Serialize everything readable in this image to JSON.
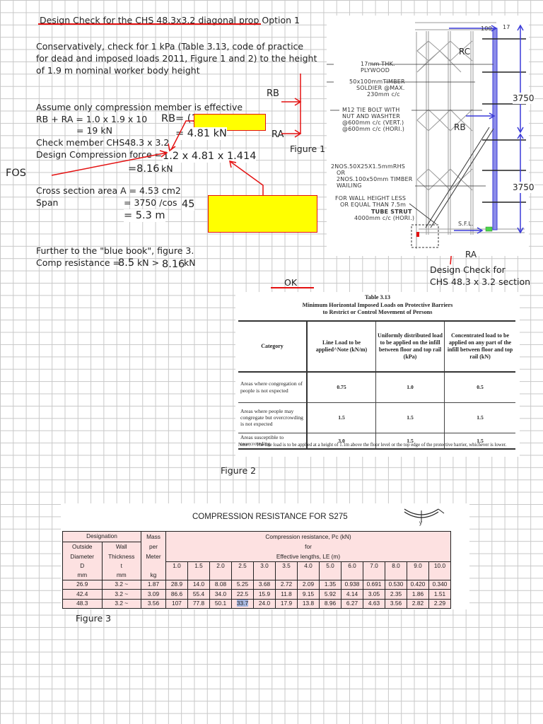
{
  "title": "Design Check for the CHS 48.3x3.2 diagonal prop Option 1",
  "intro": [
    "Conservatively, check for 1 kPa (Table 3.13, code of practice",
    "for dead and imposed loads 2011, Figure 1 and 2) to the height",
    "of 1.9 m nominal worker body height"
  ],
  "calc": {
    "assume": "Assume only compression member is effective",
    "rb_ra": "RB  + RA  =   1.0 x 1.9 x 10",
    "eq19": "=    19 kN",
    "rb_eq": "RB= (1",
    "rb_val": "= 4.81 kN",
    "check_member": "Check member CHS48.3 x 3.2",
    "design_force": "Design Compression force = ",
    "force_expr": "1.2 x 4.81 x 1.414",
    "force_val": "=8.16",
    "force_unit": "kN",
    "fos": "FOS",
    "area": "Cross section area A = 4.53 cm2",
    "span_label": "Span",
    "span_expr": "=  3750 /cos",
    "span_angle": "45",
    "span_val": "=  5.3 m",
    "bluebook": "Further to the \"blue book\", figure 3.",
    "comp_res_label": "Comp resistance = ",
    "comp_res_val": "8.5",
    "comp_res_unit": "kN >",
    "comp_cmp_val": "8.16",
    "comp_cmp_unit": "kN",
    "ok": "OK"
  },
  "sketch": {
    "rb": "RB",
    "ra": "RA",
    "figure1": "Figure 1"
  },
  "figure1": {
    "dim_100": "100",
    "dim_17": "17",
    "rc": "RC",
    "rb": "RB",
    "ra": "RA",
    "h1": "3750",
    "h2": "3750",
    "sfl": "S.F.L.",
    "labels": [
      "17mm  THK.",
      "PLYWOOD",
      "50x100mmTIMBER",
      "SOLDIER  @MAX.",
      "230mm  c/c",
      "M12  TIE  BOLT  WITH",
      "NUT  AND  WASHTER",
      "@600mm  c/c  (VERT.)",
      "@600mm  c/c  (HORI.)",
      "2NOS.50X25X1.5mmRHS",
      "OR",
      "2NOS.100x50mm  TIMBER",
      "WAILING",
      "FOR  WALL  HEIGHT  LESS",
      "OR  EQUAL  THAN  7.5m",
      "TUBE STRUT",
      "4000mm c/c (HORI.)"
    ],
    "callout": [
      "Design Check for",
      "CHS 48.3 x 3.2 section"
    ]
  },
  "table313": {
    "caption": [
      "Table 3.13",
      "Minimum Horizontal Imposed Loads on Protective Barriers",
      "to Restrict or Control Movement of Persons"
    ],
    "headers": [
      "Category",
      "Line Load to be applied^Note (kN/m)",
      "Uniformly distributed load to be applied on the infill between floor and top rail (kPa)",
      "Concentrated load to be applied on any part of the infill between floor and top rail (kN)"
    ],
    "rows": [
      {
        "category": "Areas where congregation of people is not expected",
        "line": "0.75",
        "udl": "1.0",
        "conc": "0.5"
      },
      {
        "category": "Areas where people may congregate but overcrowding is not expected",
        "line": "1.5",
        "udl": "1.5",
        "conc": "1.5"
      },
      {
        "category": "Areas susceptible to overcrowding",
        "line": "3.0",
        "udl": "1.5",
        "conc": "1.5"
      }
    ],
    "note_label": "Note :",
    "note": "The line load is to be applied at a height of 1.1m above the floor level or the top edge of the protective barrier, whichever is lower.",
    "figure_label": "Figure 2"
  },
  "comp_table": {
    "title": "COMPRESSION RESISTANCE FOR S275",
    "designation": "Designation",
    "od": [
      "Outside",
      "Diameter",
      "D",
      "mm"
    ],
    "wt": [
      "Wall",
      "Thickness",
      "t",
      "mm"
    ],
    "mass": [
      "Mass",
      "per",
      "Meter",
      "kg"
    ],
    "cr_header": [
      "Compression resistance, Pc (kN)",
      "for",
      "Effective lengths, LE (m)"
    ],
    "lengths": [
      "1.0",
      "1.5",
      "2.0",
      "2.5",
      "3.0",
      "3.5",
      "4.0",
      "5.0",
      "6.0",
      "7.0",
      "8.0",
      "9.0",
      "10.0"
    ],
    "rows": [
      {
        "d": "26.9",
        "t": "3.2 ~",
        "m": "1.87",
        "v": [
          "28.9",
          "14.0",
          "8.08",
          "5.25",
          "3.68",
          "2.72",
          "2.09",
          "1.35",
          "0.938",
          "0.691",
          "0.530",
          "0.420",
          "0.340"
        ]
      },
      {
        "d": "42.4",
        "t": "3.2 ~",
        "m": "3.09",
        "v": [
          "86.6",
          "55.4",
          "34.0",
          "22.5",
          "15.9",
          "11.8",
          "9.15",
          "5.92",
          "4.14",
          "3.05",
          "2.35",
          "1.86",
          "1.51"
        ]
      },
      {
        "d": "48.3",
        "t": "3.2 ~",
        "m": "3.56",
        "v": [
          "107",
          "77.8",
          "50.1",
          "33.7",
          "24.0",
          "17.9",
          "13.8",
          "8.96",
          "6.27",
          "4.63",
          "3.56",
          "2.82",
          "2.29"
        ]
      }
    ],
    "axis_label": "y",
    "figure_label": "Figure 3"
  },
  "colors": {
    "red": "#e41010",
    "yellow": "#ffff00",
    "blue": "#3a3ad8",
    "pink": "#fde1e1"
  }
}
